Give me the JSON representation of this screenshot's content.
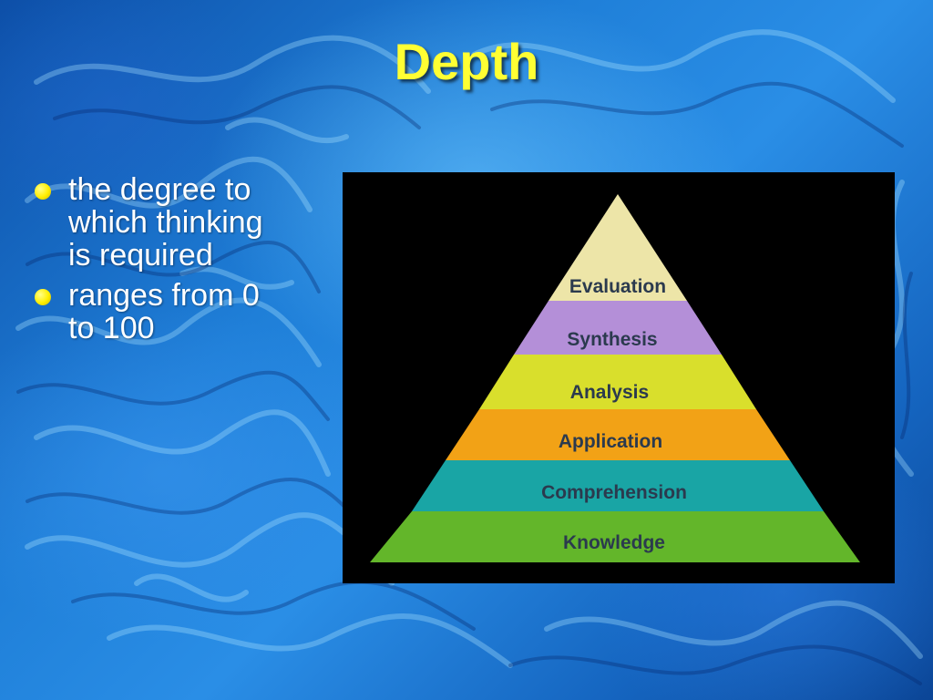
{
  "slide": {
    "title": "Depth",
    "bullets": [
      "the degree to which thinking is required",
      "ranges from 0  to 100"
    ]
  },
  "pyramid": {
    "levels": [
      {
        "label": "Evaluation",
        "color": "#ede5a8"
      },
      {
        "label": "Synthesis",
        "color": "#b48fd8"
      },
      {
        "label": "Analysis",
        "color": "#d9df2c"
      },
      {
        "label": "Application",
        "color": "#f2a216"
      },
      {
        "label": "Comprehension",
        "color": "#19a5a5"
      },
      {
        "label": "Knowledge",
        "color": "#63b62a"
      }
    ]
  },
  "colors": {
    "title": "#ffff33",
    "bullet_text": "#ffffff",
    "bullet_dot": "#ffee00",
    "diagram_background": "#000000"
  }
}
